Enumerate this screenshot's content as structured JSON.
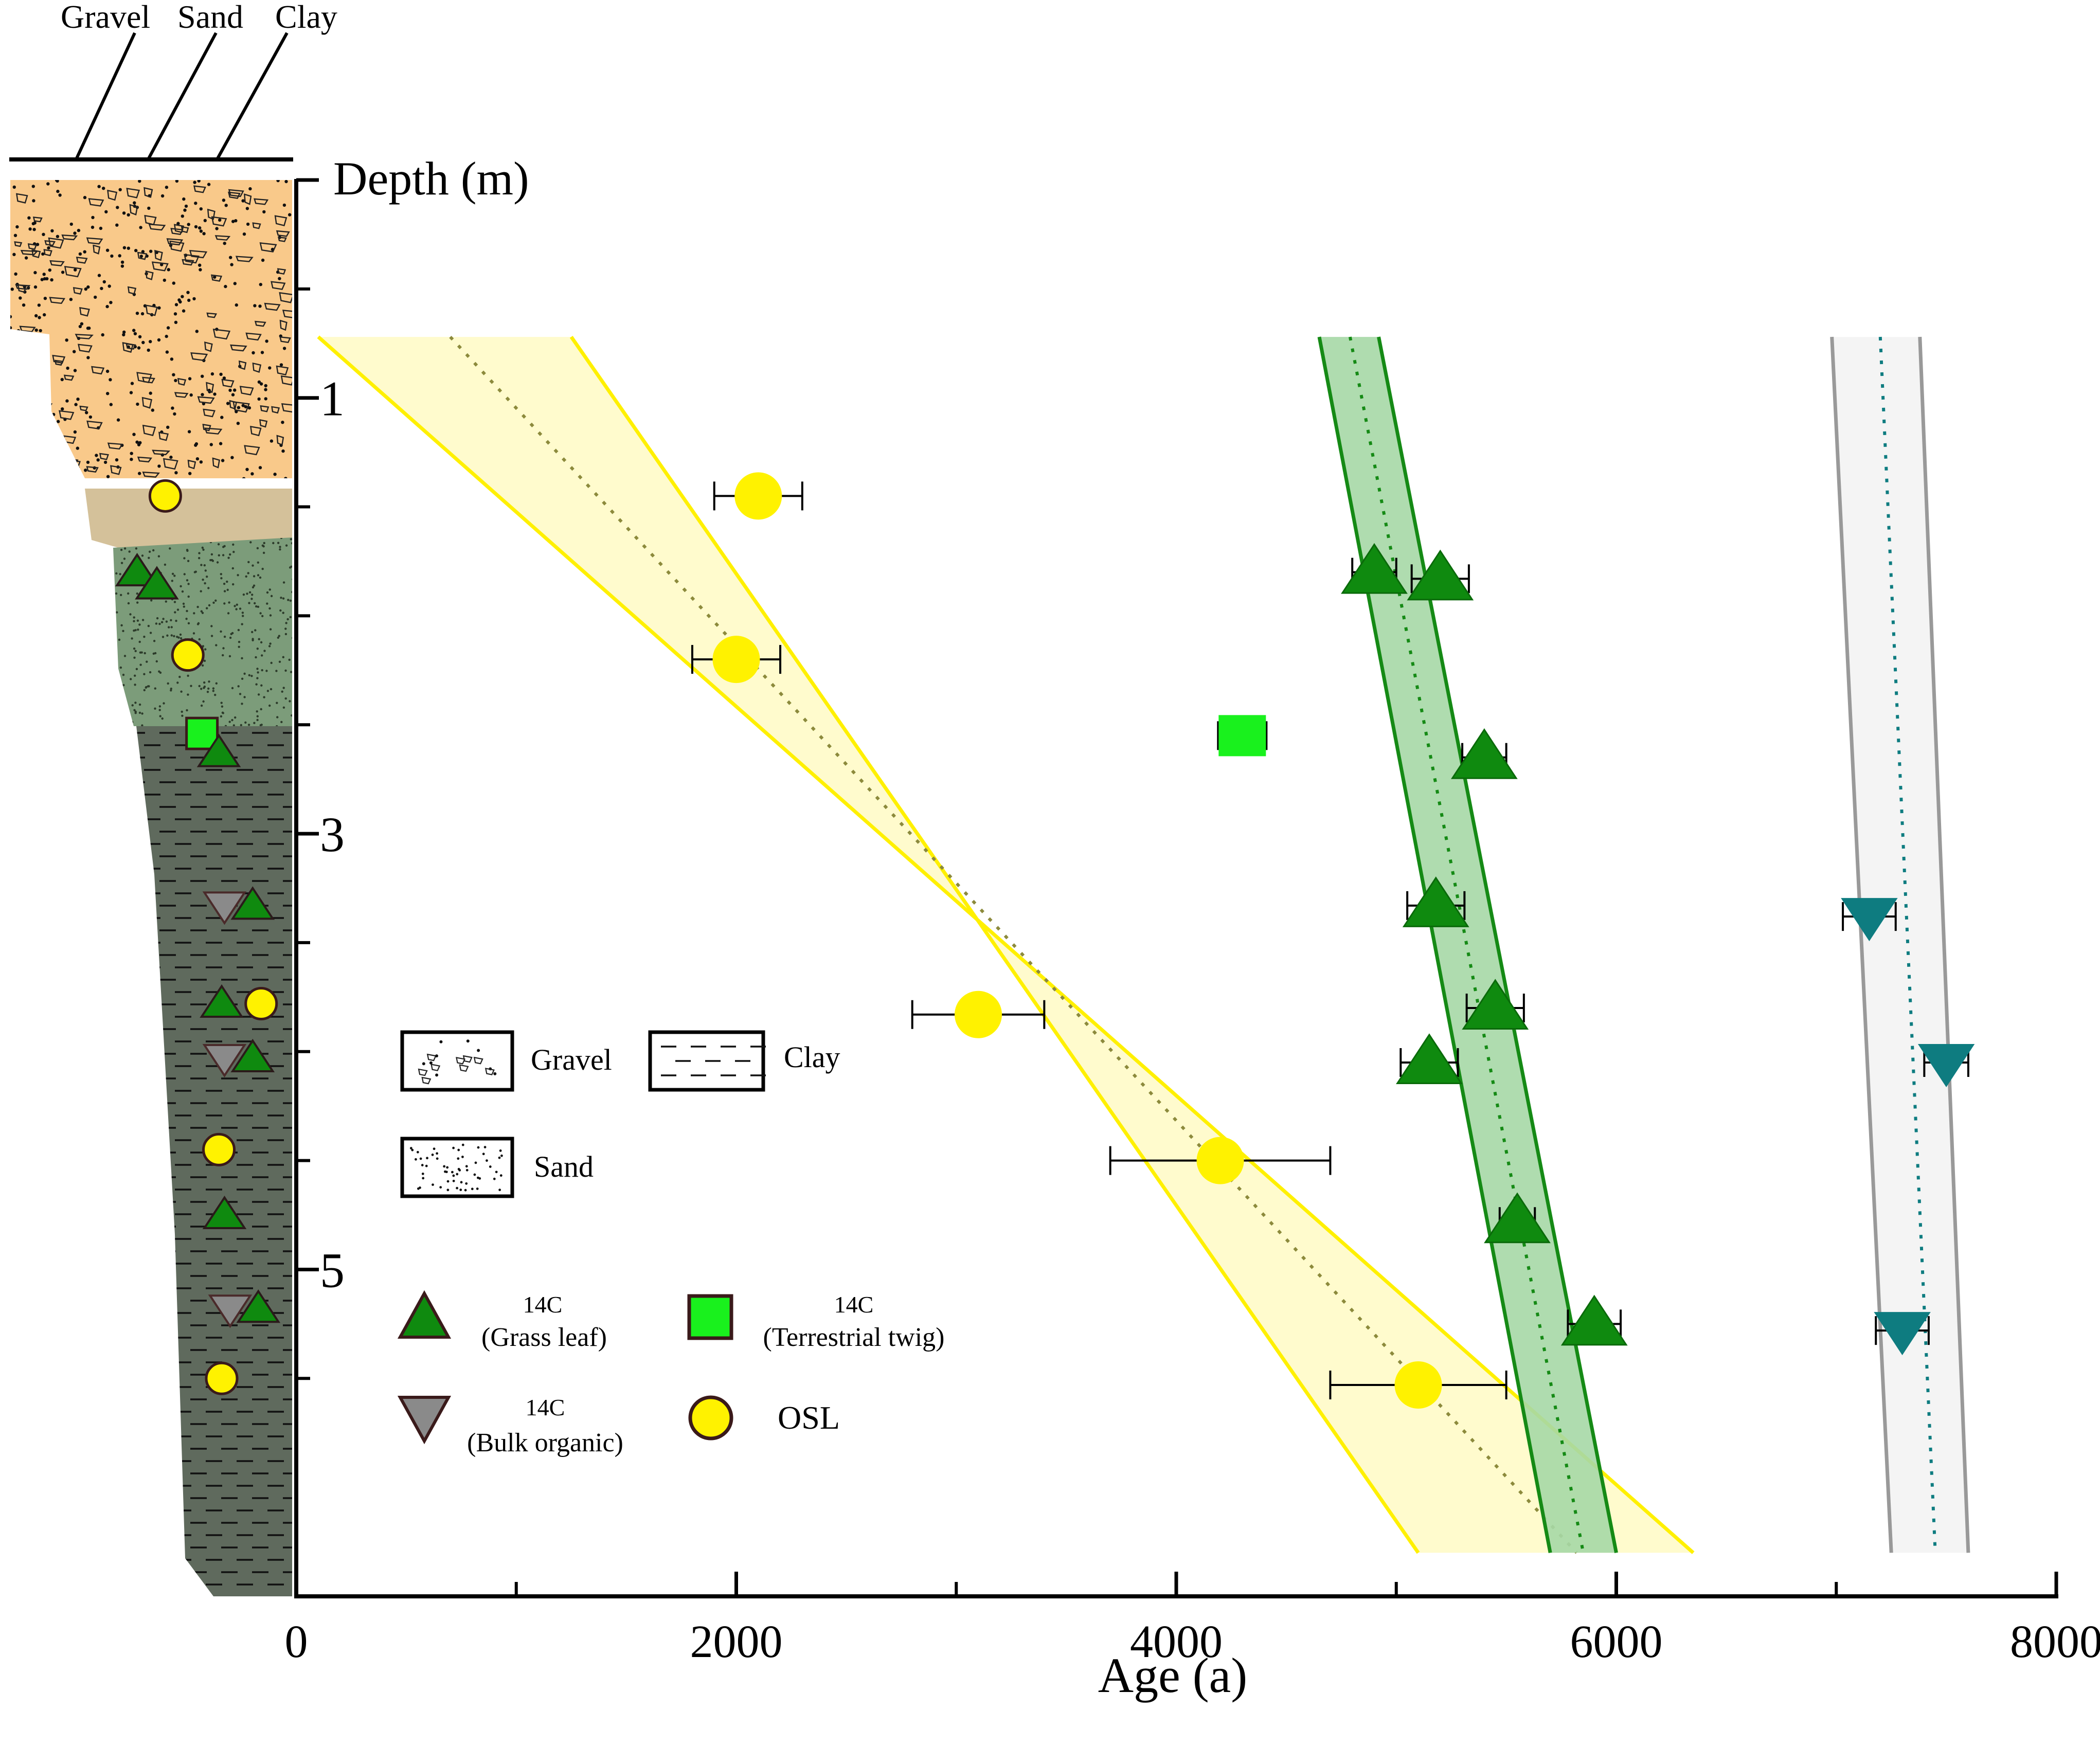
{
  "chart_data": {
    "type": "scatter",
    "title": "",
    "xlabel": "Age (a)",
    "ylabel": "Depth (m)",
    "xlim": [
      0,
      8000
    ],
    "ylim": [
      0,
      6.5
    ],
    "x_ticks": [
      0,
      2000,
      4000,
      6000,
      8000
    ],
    "x_tick_labels": [
      "0",
      "2000",
      "4000",
      "6000",
      "8000"
    ],
    "y_ticks": [
      1,
      3,
      5
    ],
    "y_tick_labels": [
      "1",
      "3",
      "5"
    ],
    "y_minor_ticks": [
      0.5,
      1.5,
      2,
      2.5,
      3.5,
      4,
      4.5,
      5.5
    ],
    "grid": false,
    "lithology_header": {
      "gravel": "Gravel",
      "sand": "Sand",
      "clay": "Clay"
    },
    "lithology_layers": [
      {
        "name": "gravel",
        "top": 0,
        "bottom": 1.3,
        "color": "#F9C98A"
      },
      {
        "name": "gravel-sand transition",
        "top": 1.3,
        "bottom": 1.55,
        "color": "#D4C19A"
      },
      {
        "name": "sand",
        "top": 1.55,
        "bottom": 2.3,
        "color": "#7C9C7A"
      },
      {
        "name": "clay",
        "top": 2.3,
        "bottom": 6.35,
        "color": "#5F6A5D"
      }
    ],
    "column_markers": [
      {
        "kind": "osl",
        "depth": 1.45,
        "offset": 0.55
      },
      {
        "kind": "grass_leaf",
        "depth": 1.8,
        "offset": 0.45
      },
      {
        "kind": "grass_leaf",
        "depth": 1.86,
        "offset": 0.52
      },
      {
        "kind": "osl",
        "depth": 2.18,
        "offset": 0.63
      },
      {
        "kind": "twig",
        "depth": 2.54,
        "offset": 0.68
      },
      {
        "kind": "grass_leaf",
        "depth": 2.63,
        "offset": 0.74
      },
      {
        "kind": "bulk_organic",
        "depth": 3.33,
        "offset": 0.76
      },
      {
        "kind": "grass_leaf",
        "depth": 3.33,
        "offset": 0.86
      },
      {
        "kind": "grass_leaf",
        "depth": 3.78,
        "offset": 0.75
      },
      {
        "kind": "osl",
        "depth": 3.78,
        "offset": 0.89
      },
      {
        "kind": "bulk_organic",
        "depth": 4.03,
        "offset": 0.76
      },
      {
        "kind": "grass_leaf",
        "depth": 4.03,
        "offset": 0.86
      },
      {
        "kind": "osl",
        "depth": 4.45,
        "offset": 0.74
      },
      {
        "kind": "grass_leaf",
        "depth": 4.75,
        "offset": 0.76
      },
      {
        "kind": "bulk_organic",
        "depth": 5.18,
        "offset": 0.78
      },
      {
        "kind": "grass_leaf",
        "depth": 5.18,
        "offset": 0.88
      },
      {
        "kind": "osl",
        "depth": 5.5,
        "offset": 0.75
      }
    ],
    "series": [
      {
        "name": "OSL",
        "marker": "circle",
        "color": "#FFF200",
        "points": [
          {
            "x": 2100,
            "xerr": 200,
            "y": 1.45
          },
          {
            "x": 2000,
            "xerr": 200,
            "y": 2.2
          },
          {
            "x": 3100,
            "xerr": 300,
            "y": 3.83
          },
          {
            "x": 4200,
            "xerr": 500,
            "y": 4.5
          },
          {
            "x": 5100,
            "xerr": 400,
            "y": 5.53
          }
        ]
      },
      {
        "name": "Grass leaf",
        "marker": "triangle-up",
        "color": "#0F8A0F",
        "points": [
          {
            "x": 4900,
            "xerr": 100,
            "y": 1.8
          },
          {
            "x": 5200,
            "xerr": 130,
            "y": 1.83
          },
          {
            "x": 5400,
            "xerr": 100,
            "y": 2.65
          },
          {
            "x": 5180,
            "xerr": 130,
            "y": 3.33
          },
          {
            "x": 5450,
            "xerr": 130,
            "y": 3.8
          },
          {
            "x": 5150,
            "xerr": 130,
            "y": 4.05
          },
          {
            "x": 5550,
            "xerr": 80,
            "y": 4.78
          },
          {
            "x": 5900,
            "xerr": 120,
            "y": 5.25
          }
        ]
      },
      {
        "name": "Terrestrial twig",
        "marker": "square",
        "color": "#19F11D",
        "points": [
          {
            "x": 4300,
            "xerr": 110,
            "y": 2.55
          }
        ]
      },
      {
        "name": "Bulk organic",
        "marker": "triangle-down",
        "color": "#0E7C80",
        "points": [
          {
            "x": 7150,
            "xerr": 120,
            "y": 3.38
          },
          {
            "x": 7500,
            "xerr": 100,
            "y": 4.05
          },
          {
            "x": 7300,
            "xerr": 120,
            "y": 5.28
          }
        ]
      }
    ],
    "bands": [
      {
        "fill": "#FFFBC8",
        "edge": "#FFF000",
        "center_line": "#8C8A3C",
        "upper": [
          [
            100,
            0.72
          ],
          [
            6350,
            6.3
          ]
        ],
        "lower": [
          [
            1250,
            0.72
          ],
          [
            5100,
            6.3
          ]
        ],
        "center": [
          [
            700,
            0.72
          ],
          [
            5820,
            6.3
          ]
        ]
      },
      {
        "fill": "#A6D8A6",
        "edge": "#158A15",
        "center_line": "#158A15",
        "upper": [
          [
            4650,
            0.72
          ],
          [
            5700,
            6.3
          ]
        ],
        "lower": [
          [
            4920,
            0.72
          ],
          [
            6000,
            6.3
          ]
        ],
        "center": [
          [
            4790,
            0.72
          ],
          [
            5850,
            6.3
          ]
        ]
      },
      {
        "fill": "#F3F3F3",
        "edge": "#999999",
        "center_line": "#0E7C80",
        "upper": [
          [
            6980,
            0.72
          ],
          [
            7250,
            6.3
          ]
        ],
        "lower": [
          [
            7380,
            0.72
          ],
          [
            7600,
            6.3
          ]
        ],
        "center": [
          [
            7200,
            0.72
          ],
          [
            7450,
            6.3
          ]
        ]
      }
    ],
    "legend": {
      "placement": "lower-left",
      "gravel": "Gravel",
      "clay": "Clay",
      "sand": "Sand",
      "grass_leaf_top": "14C",
      "grass_leaf_bottom": "(Grass leaf)",
      "twig_top": "14C",
      "twig_bottom": "(Terrestrial twig)",
      "bulk_top": "14C",
      "bulk_bottom": "(Bulk organic)",
      "osl": "OSL"
    }
  }
}
